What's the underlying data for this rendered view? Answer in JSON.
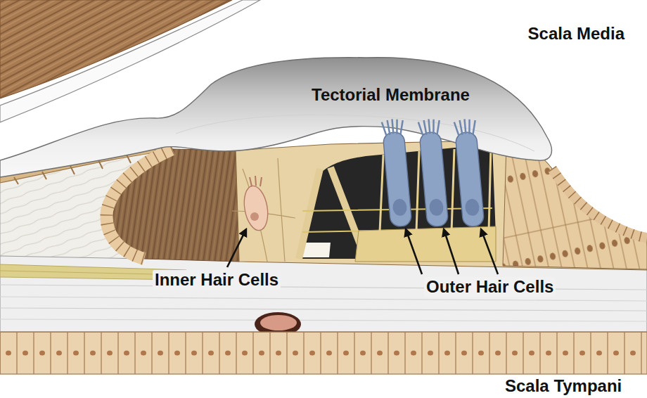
{
  "diagram": {
    "labels": [
      "Scala Media",
      "Tectorial Membrane",
      "Inner Hair Cells",
      "Outer Hair Cells",
      "Scala Tympani"
    ]
  }
}
